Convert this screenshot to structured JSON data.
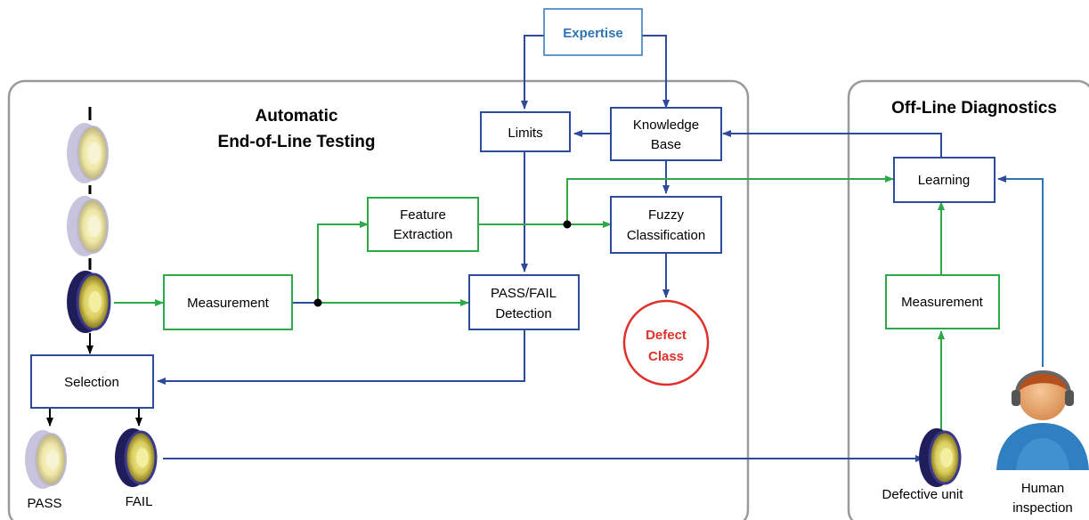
{
  "groups": {
    "automatic": {
      "title_line1": "Automatic",
      "title_line2": "End-of-Line Testing"
    },
    "offline": {
      "title": "Off-Line Diagnostics"
    }
  },
  "nodes": {
    "expertise": "Expertise",
    "limits": "Limits",
    "knowledge_base": [
      "Knowledge",
      "Base"
    ],
    "feature_extraction": [
      "Feature",
      "Extraction"
    ],
    "fuzzy_classification": [
      "Fuzzy",
      "Classification"
    ],
    "measurement_left": "Measurement",
    "pass_fail_detection": [
      "PASS/FAIL",
      "Detection"
    ],
    "defect_class": [
      "Defect",
      "Class"
    ],
    "selection": "Selection",
    "learning": "Learning",
    "measurement_right": "Measurement"
  },
  "labels": {
    "pass": "PASS",
    "fail": "FAIL",
    "defective_unit": "Defective unit",
    "human_inspection": [
      "Human",
      "inspection"
    ]
  },
  "colors": {
    "blue_flow": "#2e4a9b",
    "green_flow": "#2fa84a",
    "expertise_text": "#2e75b6",
    "defect_red": "#e0302a",
    "group_border": "#9a9a9a"
  }
}
